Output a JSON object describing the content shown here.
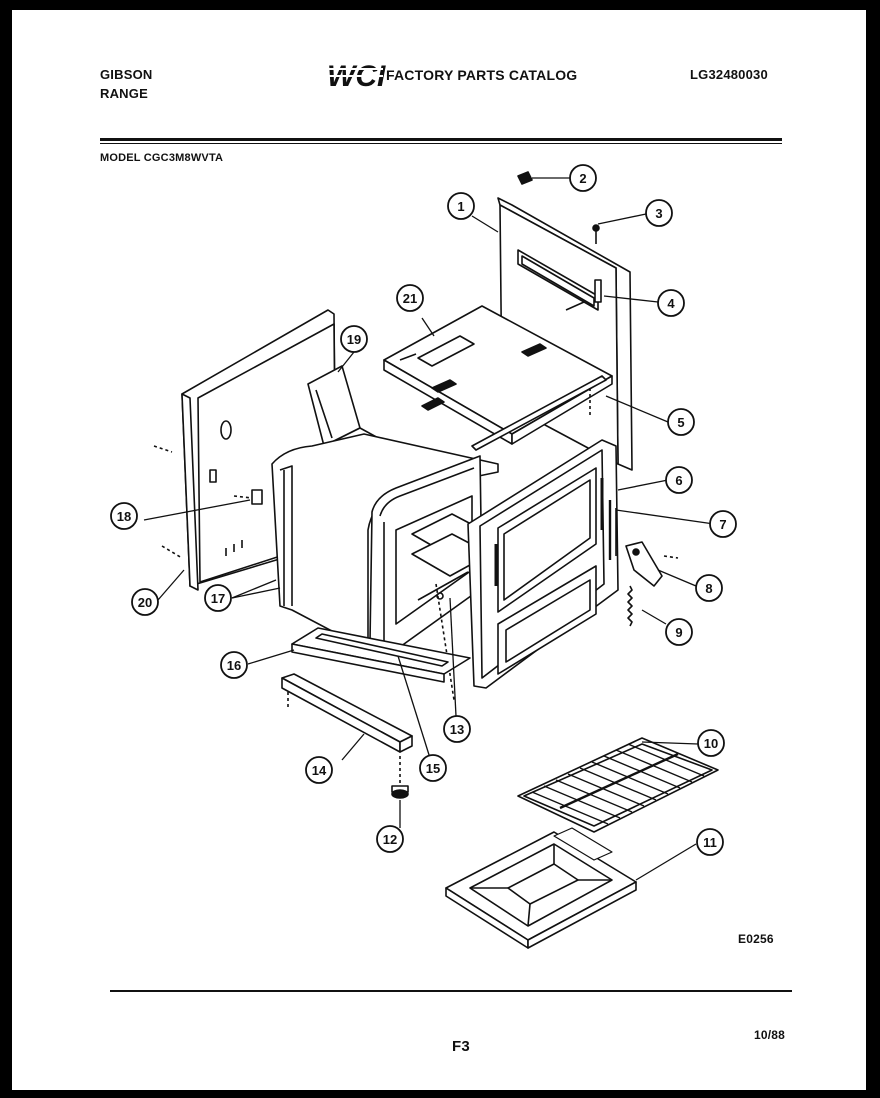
{
  "header": {
    "brand_line1": "GIBSON",
    "brand_line2": "RANGE",
    "logo_text": "WCI",
    "catalog_title": "FACTORY PARTS CATALOG",
    "catalog_number": "LG32480030",
    "model": "MODEL CGC3M8WVTA"
  },
  "footer": {
    "diagram_code": "E0256",
    "page": "F3",
    "date": "10/88"
  },
  "callouts": [
    "1",
    "2",
    "3",
    "4",
    "5",
    "6",
    "7",
    "8",
    "9",
    "10",
    "11",
    "12",
    "13",
    "14",
    "15",
    "16",
    "17",
    "18",
    "19",
    "20",
    "21"
  ],
  "colors": {
    "ink": "#111111",
    "paper": "#ffffff",
    "border": "#000000"
  }
}
